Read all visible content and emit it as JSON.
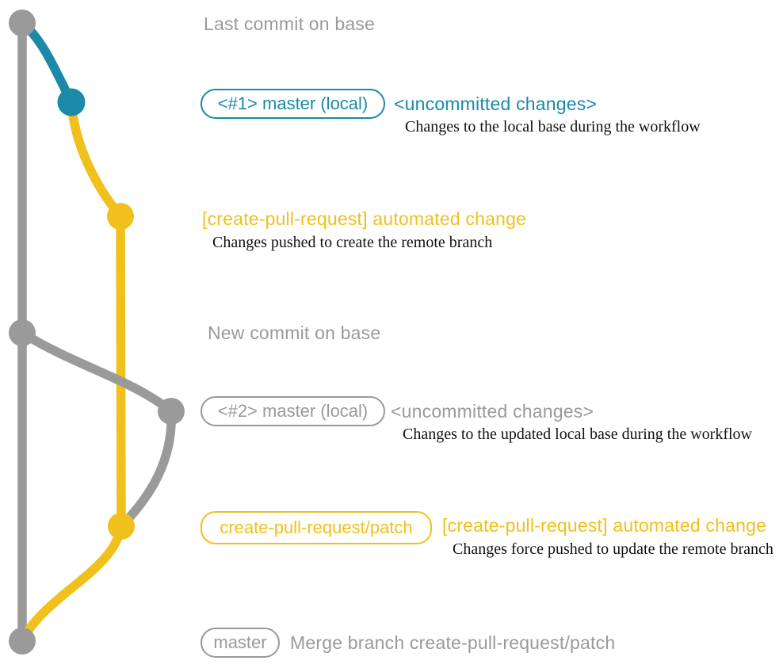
{
  "colors": {
    "teal": "#1b8aa8",
    "yellow": "#f0c01c",
    "gray": "#9a9a9a",
    "ink": "#111111",
    "background": "#ffffff"
  },
  "annotations": {
    "last_commit_label": "Last commit on base",
    "new_commit_label": "New commit on base",
    "row_master_local_1": {
      "tag": "<#1> master (local)",
      "title": "<uncommitted changes>",
      "description": "Changes to the local base during the workflow"
    },
    "row_automated_change_1": {
      "title": "[create-pull-request] automated change",
      "description": "Changes pushed to create the remote branch"
    },
    "row_master_local_2": {
      "tag": "<#2> master (local)",
      "title": "<uncommitted changes>",
      "description": "Changes to the updated local base during the workflow"
    },
    "row_automated_change_2": {
      "tag": "create-pull-request/patch",
      "title": "[create-pull-request] automated change",
      "description": "Changes force pushed to update the remote branch"
    },
    "row_merge": {
      "tag": "master",
      "label": "Merge branch create-pull-request/patch"
    }
  }
}
